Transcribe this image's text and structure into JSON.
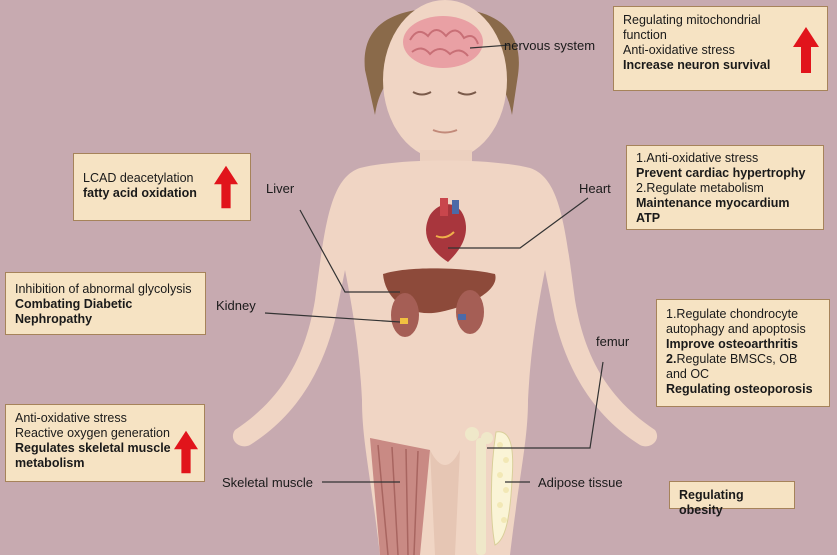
{
  "labels": {
    "nervous_system": "nervous system",
    "liver": "Liver",
    "heart": "Heart",
    "kidney": "Kidney",
    "femur": "femur",
    "skeletal_muscle": "Skeletal muscle",
    "adipose_tissue": "Adipose tissue"
  },
  "boxes": {
    "nervous": {
      "lines": [
        "Regulating mitochondrial",
        "function",
        "Anti-oxidative stress"
      ],
      "bold": [
        "Increase neuron survival"
      ]
    },
    "liver": {
      "lines": [
        "LCAD deacetylation"
      ],
      "bold": [
        "fatty acid oxidation"
      ]
    },
    "heart": {
      "l1": "1.Anti-oxidative stress",
      "b1": "Prevent cardiac hypertrophy",
      "l2": "2.Regulate metabolism",
      "b2": "Maintenance myocardium",
      "b3": "ATP"
    },
    "kidney": {
      "lines": [
        "Inhibition of abnormal glycolysis"
      ],
      "bold": [
        "Combating Diabetic",
        "Nephropathy"
      ]
    },
    "bone": {
      "l1": "1.Regulate chondrocyte",
      "l2": "autophagy and apoptosis",
      "b1": "Improve osteoarthritis",
      "l3_num": "2.",
      "l3": "Regulate BMSCs, OB",
      "l4": "and OC",
      "b2": "Regulating osteoporosis"
    },
    "muscle": {
      "lines": [
        "Anti-oxidative stress",
        "Reactive oxygen generation"
      ],
      "bold": [
        "Regulates skeletal muscle",
        "metabolism"
      ]
    },
    "obesity": {
      "bold": [
        "Regulating obesity"
      ]
    }
  },
  "colors": {
    "background": "#c7aab0",
    "box_fill": "#f6e3c3",
    "box_border": "#a6835a",
    "skin": "#f0d5c4",
    "arrow": "#e1141b"
  },
  "icons": [
    "up-arrow-icon",
    "brain-icon",
    "heart-icon",
    "liver-icon",
    "kidney-icon",
    "femur-icon",
    "muscle-icon",
    "adipose-icon"
  ]
}
